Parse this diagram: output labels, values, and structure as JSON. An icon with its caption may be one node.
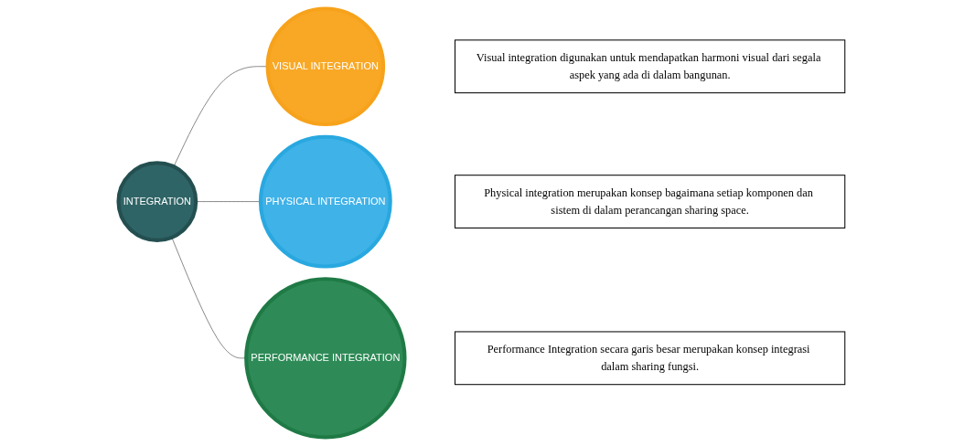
{
  "diagram": {
    "nodes": [
      {
        "text": [
          "INTEGRATION"
        ]
      },
      {
        "text": [
          "VISUAL INTEGRATION"
        ]
      },
      {
        "text": [
          "PHYSICAL INTEGRATION"
        ]
      },
      {
        "text": [
          "PERFORMANCE INTEGRATION"
        ]
      },
      {
        "text": [
          "Visual integration digunakan untuk mendapatkan harmoni visual dari segala aspek yang ada di dalam bangunan."
        ]
      },
      {
        "text": [
          "Physical integration merupakan konsep bagaimana setiap komponen dan sistem di dalam perancangan sharing space."
        ]
      },
      {
        "text": [
          "Performance Integration secara garis besar merupakan konsep integrasi dalam sharing fungsi."
        ]
      }
    ],
    "edges": [
      {
        "from": 0,
        "to": 1,
        "arrow": "none"
      },
      {
        "from": 0,
        "to": 2,
        "arrow": "none"
      },
      {
        "from": 0,
        "to": 3,
        "arrow": "none"
      }
    ]
  }
}
